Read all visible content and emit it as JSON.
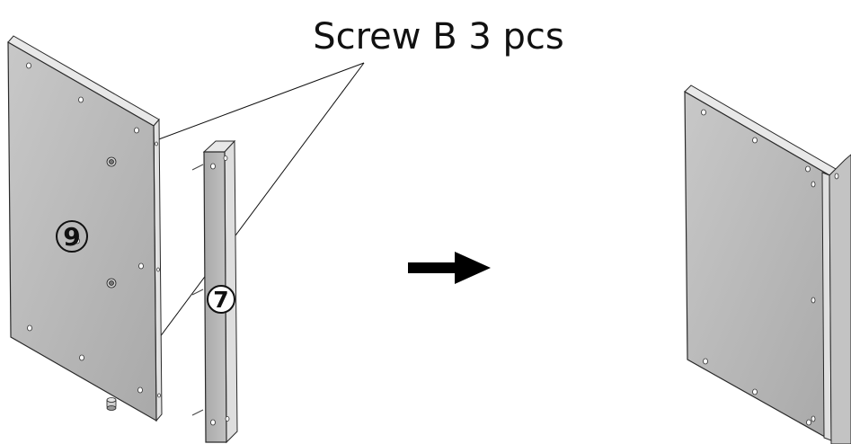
{
  "callout": {
    "text": "Screw B 3 pcs"
  },
  "parts": [
    {
      "id": "panel",
      "label": "9"
    },
    {
      "id": "strip",
      "label": "7"
    }
  ],
  "arrow": {
    "direction": "right",
    "icon": "arrow-right-icon"
  },
  "colors": {
    "face": "#b9b9b9",
    "side": "#e6e6e6",
    "edge": "#2a2a2a",
    "hole": "#ffffff"
  }
}
